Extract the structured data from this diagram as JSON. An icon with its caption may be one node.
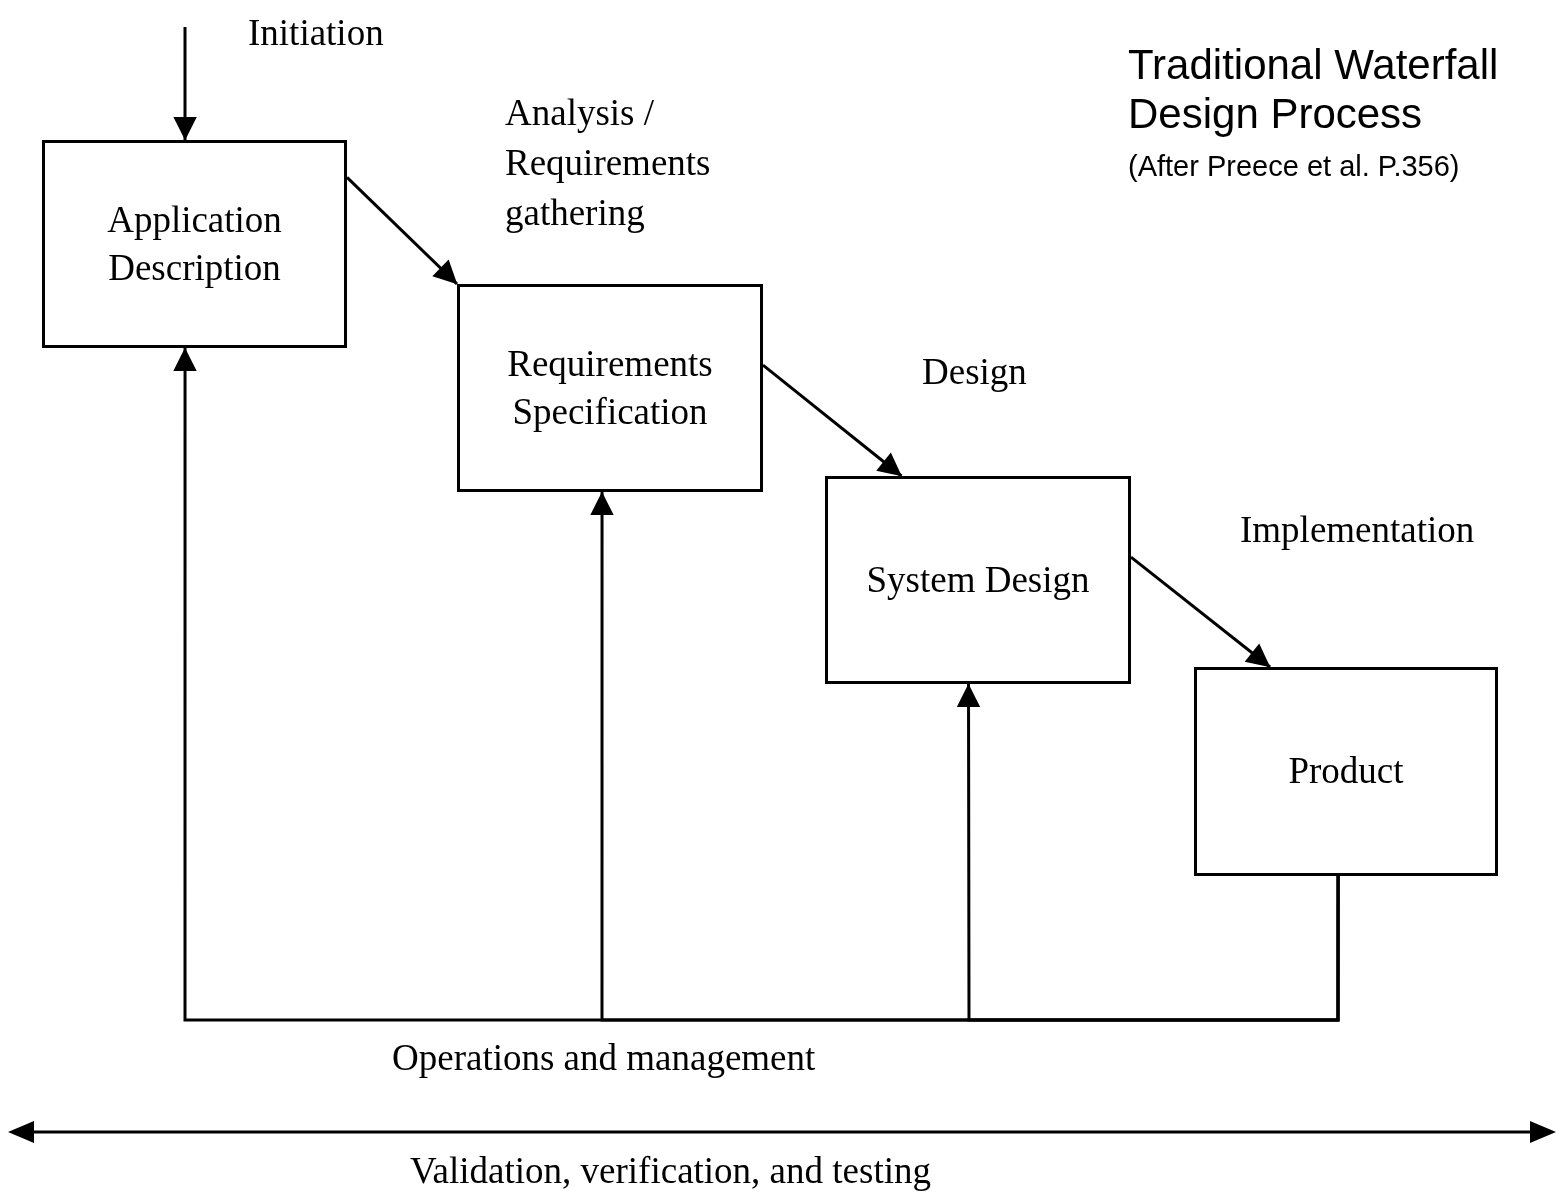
{
  "diagram": {
    "title": "Traditional Waterfall Design Process",
    "caption": "(After Preece et al. P.356)",
    "nodes": [
      {
        "text": [
          "Application Description"
        ]
      },
      {
        "text": [
          "Requirements Specification"
        ]
      },
      {
        "text": [
          "System Design"
        ]
      },
      {
        "text": [
          "Product"
        ]
      }
    ],
    "edges": [
      {
        "from": null,
        "to": 0,
        "arrow": "to",
        "label": "Initiation"
      },
      {
        "from": 0,
        "to": 1,
        "arrow": "to",
        "label": "Analysis / Requirements gathering"
      },
      {
        "from": 1,
        "to": 2,
        "arrow": "to",
        "label": "Design"
      },
      {
        "from": 2,
        "to": 3,
        "arrow": "to",
        "label": "Implementation"
      },
      {
        "from": 3,
        "to": 0,
        "arrow": "to"
      },
      {
        "from": 3,
        "to": 1,
        "arrow": "to"
      },
      {
        "from": 3,
        "to": 2,
        "arrow": "to"
      }
    ],
    "labels": [
      "Operations and management",
      "Validation, verification, and testing"
    ]
  }
}
